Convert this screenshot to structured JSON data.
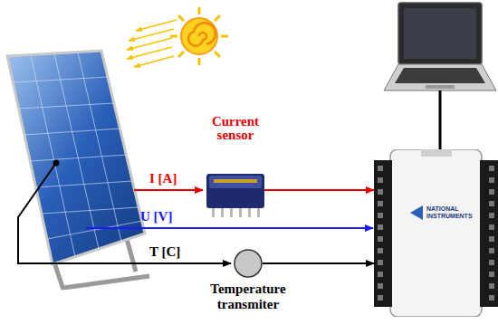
{
  "diagram": {
    "nodes": [
      {
        "text": [
          "Current sensor"
        ]
      },
      {
        "text": [
          "Temperature transmiter"
        ]
      },
      {
        "text": [
          "NATIONAL INSTRUMENTS"
        ]
      }
    ],
    "edges": [
      {
        "from": 0,
        "to": 2,
        "arrow": "to"
      },
      {
        "from": 1,
        "to": 2,
        "arrow": "to"
      }
    ],
    "labels": [
      "I [A]",
      "U [V]",
      "T [C]"
    ]
  }
}
